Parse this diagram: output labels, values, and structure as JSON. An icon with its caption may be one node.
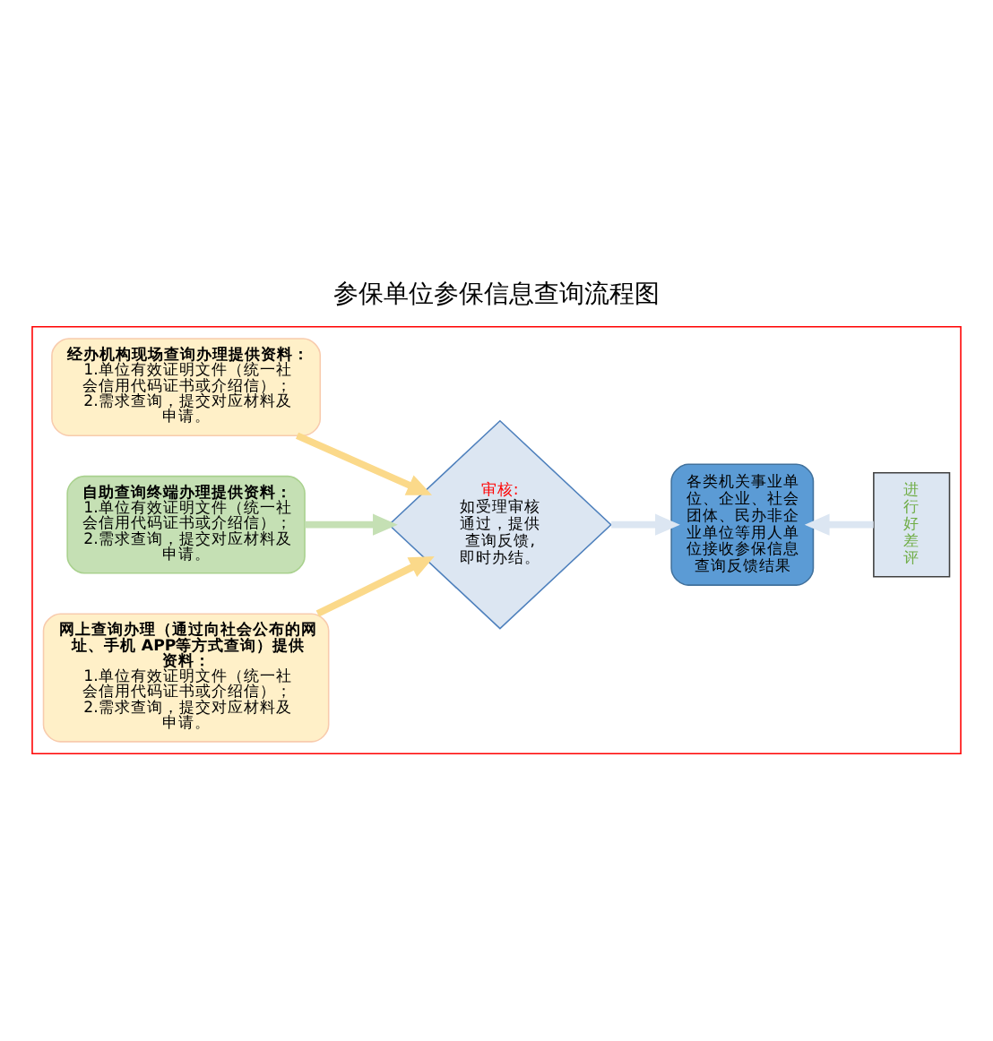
{
  "diagram": {
    "title": "参保单位参保信息查询流程图",
    "nodes": [
      {
        "text": [],
        "shape": "box"
      },
      {
        "text": [
          "经办机构现场查询办理提供资料：",
          "1.单位有效证明文件（统一社会信用代码证书或介绍信）；",
          "2.需求查询，提交对应材料及申请。"
        ],
        "in": 0
      },
      {
        "text": [
          "自助查询终端办理提供资料：",
          "1.单位有效证明文件（统一社会信用代码证书或介绍信）；",
          "2.需求查询，提交对应材料及申请。"
        ],
        "in": 0
      },
      {
        "text": [
          "网上查询办理（通过向社会公布的网址、手机 APP等方式查询）提供资料：",
          "1.单位有效证明文件（统一社会信用代码证书或介绍信）；",
          "2.需求查询，提交对应材料及申请。"
        ],
        "in": 0
      },
      {
        "text": [
          "审核:",
          "如受理审核通过，提供查询反馈,即时办结。"
        ],
        "in": 0
      },
      {
        "text": [
          "各类机关事业单位、企业、社会团体、民办非企业单位等用人单位接收参保信息查询反馈结果"
        ],
        "in": 0
      },
      {
        "text": [
          "进行好差评"
        ],
        "in": 0
      }
    ],
    "edges": [
      {
        "from": 1,
        "to": 4,
        "arrow": "to"
      },
      {
        "from": 2,
        "to": 4,
        "arrow": "to",
        "color": "#c5e0b4"
      },
      {
        "from": 3,
        "to": 4,
        "arrow": "to"
      },
      {
        "from": 4,
        "to": 5,
        "arrow": "to",
        "color": "#dce6f2"
      },
      {
        "from": 6,
        "to": 5,
        "arrow": "to",
        "color": "#dce6f2"
      }
    ]
  }
}
